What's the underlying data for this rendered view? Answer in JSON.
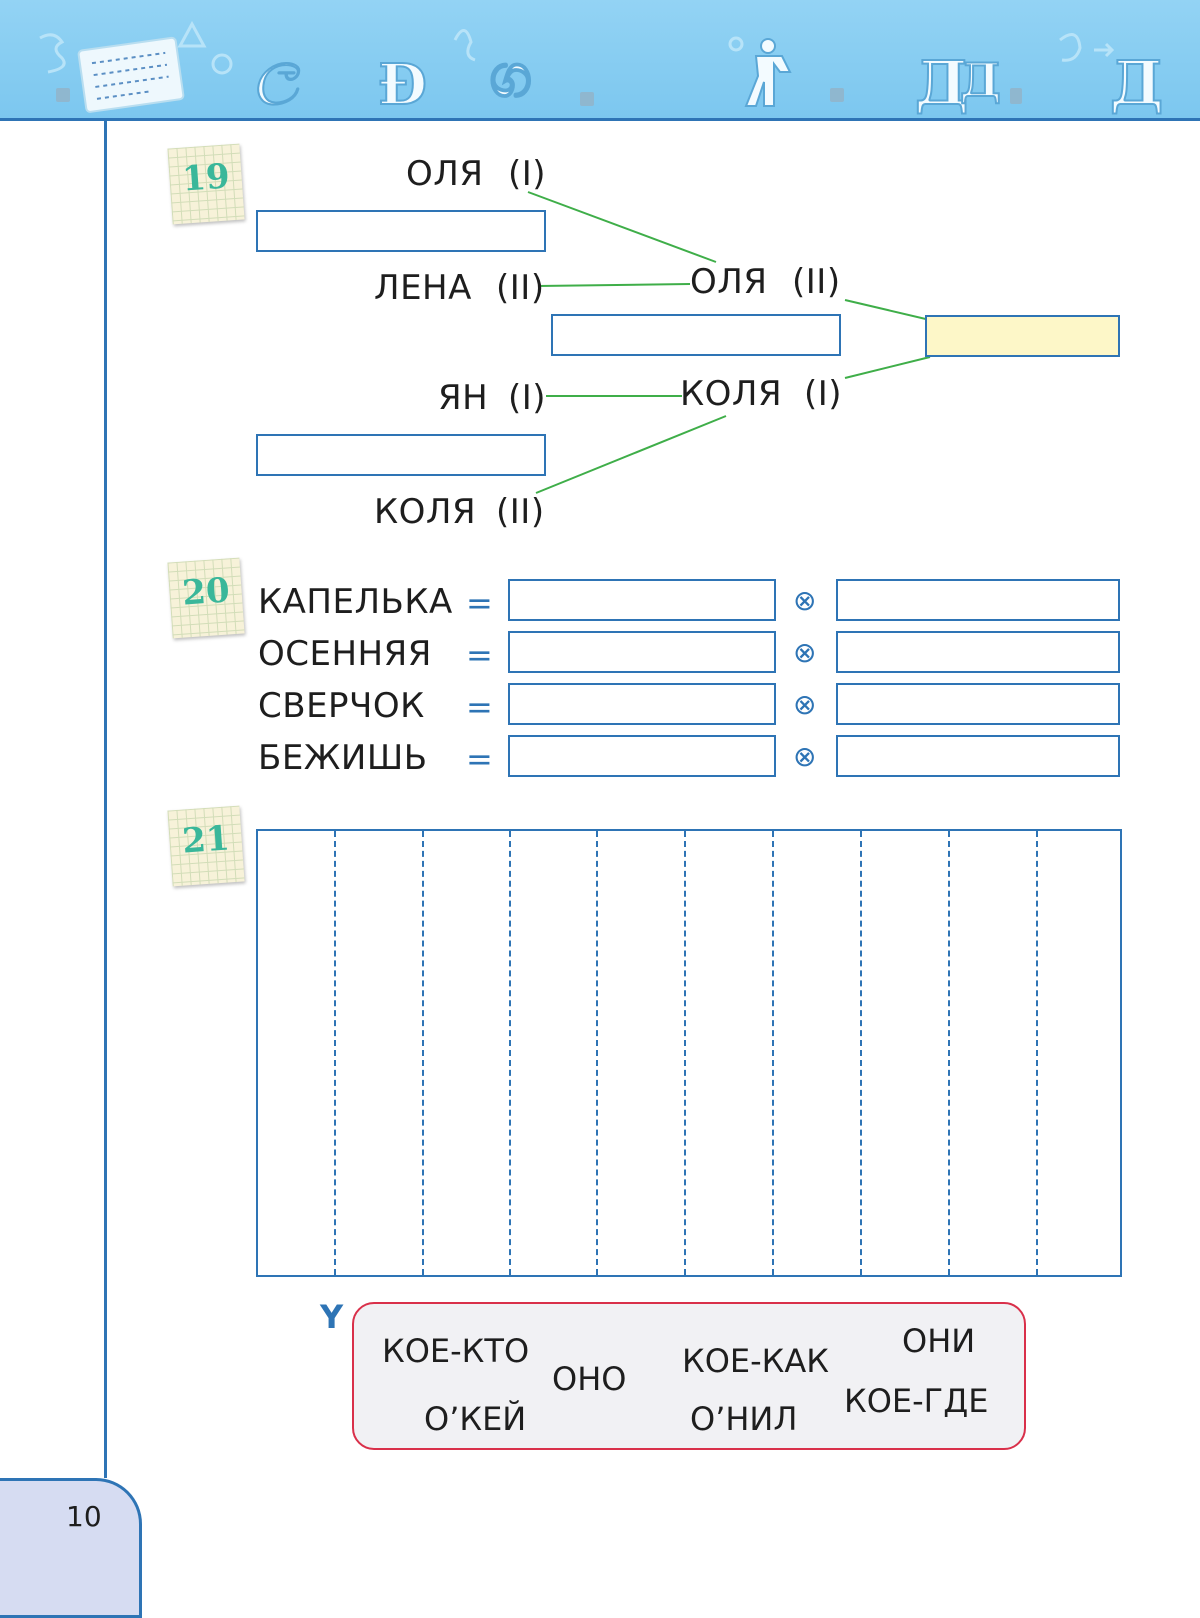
{
  "page_number": "10",
  "colors": {
    "accent_blue": "#2e74b5",
    "banner_blue": "#7cc7ef",
    "badge_green": "#3ab79a",
    "connector_green": "#3fae49",
    "words_box_border": "#d9304a",
    "answer_box_fill": "#fdf7c8"
  },
  "banner": {
    "icons": [
      "letter-icon",
      "note-paper-icon",
      "recycle-icon",
      "triangle-ruler-icon",
      "compass-icon",
      "dancer-figure-icon",
      "trash-icon",
      "arrow-icon"
    ]
  },
  "task19": {
    "number": "19",
    "names": [
      {
        "name": "ОЛЯ",
        "mark": "(I)"
      },
      {
        "name": "ЛЕНА",
        "mark": "(II)"
      },
      {
        "name": "ОЛЯ",
        "mark": "(II)"
      },
      {
        "name": "ЯН",
        "mark": "(I)"
      },
      {
        "name": "КОЛЯ",
        "mark": "(I)"
      },
      {
        "name": "КОЛЯ",
        "mark": "(II)"
      }
    ]
  },
  "task20": {
    "number": "20",
    "equals_sign": "=",
    "operator": "⊗",
    "words": [
      "КАПЕЛЬКА",
      "ОСЕННЯЯ",
      "СВЕРЧОК",
      "БЕЖИШЬ"
    ]
  },
  "task21": {
    "number": "21"
  },
  "bottom": {
    "mark": "Y",
    "words": [
      "КОЕ-КТО",
      "ОНО",
      "КОЕ-КАК",
      "ОНИ",
      "О’КЕЙ",
      "О’НИЛ",
      "КОЕ-ГДЕ"
    ]
  }
}
